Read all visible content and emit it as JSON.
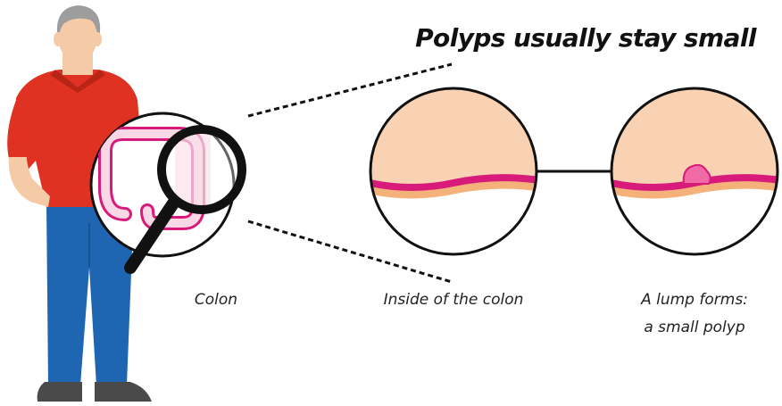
{
  "title": "Polyps usually stay small",
  "captions": {
    "colon": "Colon",
    "inside": "Inside of the colon",
    "lump_line1": "A lump forms:",
    "lump_line2": "a small polyp"
  },
  "colors": {
    "skin": "#f5cba7",
    "shirt": "#e03222",
    "collar": "#b82416",
    "pants": "#1f66b2",
    "shoes": "#4a4a4a",
    "hair": "#9d9d9d",
    "colon_outline": "#d81b7a",
    "colon_fill": "#f8d8e4",
    "tissue_pink": "#d81b7a",
    "tissue_orange": "#f4b27a",
    "inner_fill": "#f8d2b2",
    "magnifier": "#111111"
  },
  "icons": [
    "person-figure",
    "magnifying-glass-icon",
    "colon-drawing",
    "polyp-lump"
  ]
}
